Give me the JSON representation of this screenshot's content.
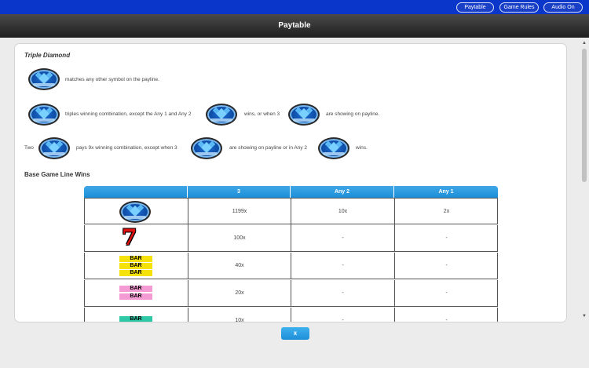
{
  "topbar": {
    "buttons": [
      {
        "label": "Paytable"
      },
      {
        "label": "Game Rules"
      },
      {
        "label": "Audio On"
      }
    ]
  },
  "title": "Paytable",
  "section1": {
    "title": "Triple Diamond",
    "line1": "matches any other symbol on the payline.",
    "line2a": "triples winning combination, except the Any 1 and Any 2",
    "line2b": "wins, or when 3",
    "line2c": "are showing on payline.",
    "line3a": "Two",
    "line3b": "pays 9x winning combination, except when 3",
    "line3c": "are showing on payline or in Any 2",
    "line3d": "wins."
  },
  "section2": {
    "title": "Base Game Line Wins"
  },
  "table": {
    "headers": [
      "",
      "3",
      "Any 2",
      "Any 1"
    ],
    "rows": [
      {
        "symbol": "triple-diamond",
        "values": [
          "1199x",
          "10x",
          "2x"
        ]
      },
      {
        "symbol": "red-seven",
        "values": [
          "100x",
          "-",
          "-"
        ]
      },
      {
        "symbol": "triple-bar",
        "values": [
          "40x",
          "-",
          "-"
        ]
      },
      {
        "symbol": "double-bar",
        "values": [
          "20x",
          "-",
          "-"
        ]
      },
      {
        "symbol": "single-bar",
        "values": [
          "10x",
          "-",
          "-"
        ]
      }
    ]
  },
  "bar_label": "BAR",
  "close_label": "x",
  "colors": {
    "topbar": "#0a36c9",
    "accent": "#1c8ed8"
  }
}
